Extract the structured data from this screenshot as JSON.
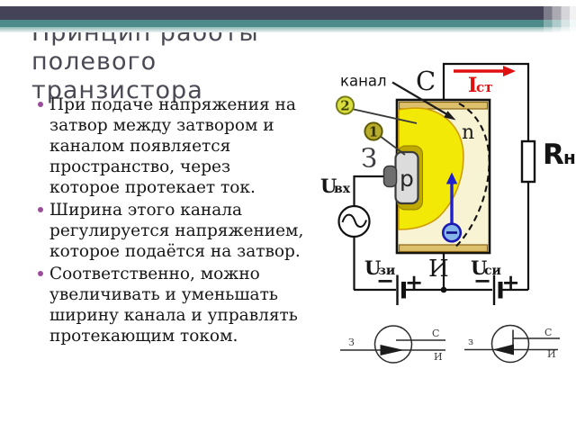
{
  "slide": {
    "title_lines": [
      "Принцип работы",
      "полевого",
      "транзистора"
    ],
    "bullets": [
      {
        "lines": [
          "При подаче напряжения на",
          "затвор между затвором и",
          "каналом появляется",
          "пространство, через",
          "которое протекает ток."
        ]
      },
      {
        "lines": [
          "Ширина этого канала",
          "регулируется напряжением,",
          "которое подаётся на затвор."
        ]
      },
      {
        "lines": [
          "Соответственно, можно",
          "увеличивать и уменьшать",
          "ширину канала и управлять",
          "протекающим током."
        ]
      }
    ]
  },
  "diagram": {
    "channel_label": "канал",
    "drain_terminal": "С",
    "source_terminal": "И",
    "gate_terminal": "З",
    "n_region": "n",
    "p_region": "p",
    "callout_1": "1",
    "callout_2": "2",
    "drain_current": {
      "base": "I",
      "sub": "ст"
    },
    "load_resistor": {
      "base": "R",
      "sub": "н"
    },
    "input_voltage": {
      "base": "U",
      "sub": "вх"
    },
    "gate_source_voltage": {
      "base": "U",
      "sub": "зи"
    },
    "drain_source_voltage": {
      "base": "U",
      "sub": "си"
    },
    "battery_left": {
      "minus": "−",
      "plus": "+"
    },
    "battery_right": {
      "minus": "−",
      "plus": "+"
    }
  },
  "symbols": {
    "left": {
      "gate": "З",
      "drain": "С",
      "source": "И"
    },
    "right": {
      "gate": "з",
      "drain": "С",
      "source": "И"
    }
  },
  "colors": {
    "header_navy": "#454357",
    "header_teal": "#4d8a8a",
    "title_text": "#4b4a54",
    "bullet_marker": "#9b4c9b",
    "body_text": "#171717",
    "channel_yellow": "#f2ea06",
    "body_cream": "#f8f3d3",
    "contact_tan": "#dcc06c",
    "gate_gray": "#dcdcdc",
    "electron_blue": "#2020cc",
    "current_red": "#e01010",
    "callout2_fill": "#d9dd3e",
    "callout1_fill": "#b7ad2b"
  }
}
